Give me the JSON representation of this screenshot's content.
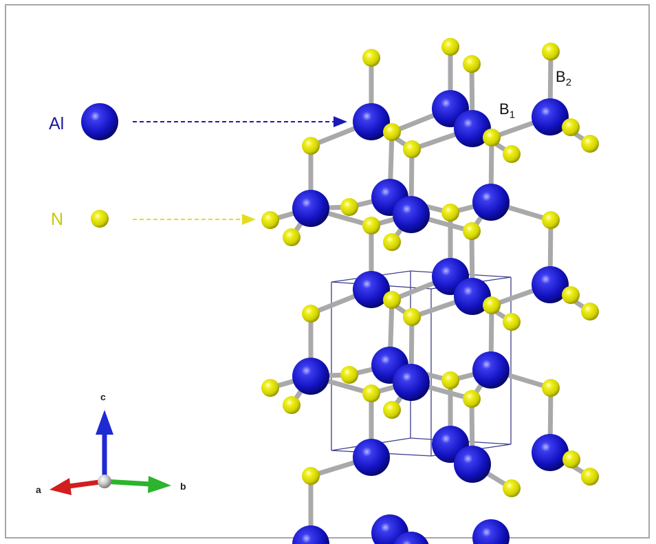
{
  "legend": {
    "al_label": "Al",
    "n_label": "N"
  },
  "bond_labels": {
    "b1_main": "B",
    "b1_sub": "1",
    "b2_main": "B",
    "b2_sub": "2"
  },
  "axes": {
    "a": "a",
    "b": "b",
    "c": "c"
  },
  "colors": {
    "al": "#1212c0",
    "n": "#e0e000",
    "bond": "#a9a9a9",
    "unit_cell": "#3c3c8c",
    "al_arrow": "#1a1ab4",
    "n_arrow": "#e6dc1e",
    "axis_a": "#d21e1e",
    "axis_b": "#2cb42c",
    "axis_c": "#1e2ad2",
    "frame": "#a6a6a6"
  }
}
